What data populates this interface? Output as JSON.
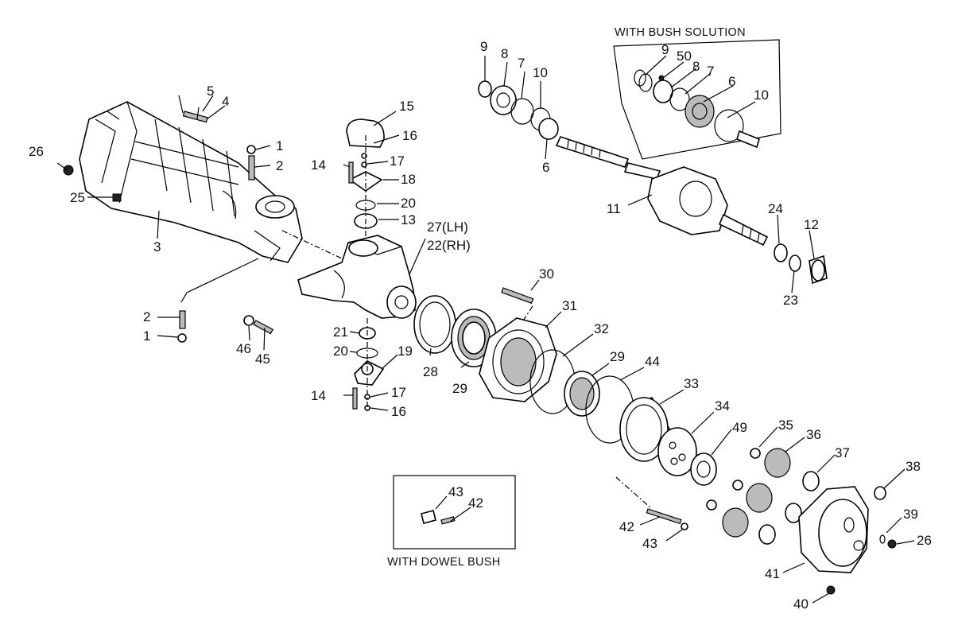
{
  "captions": {
    "bush_solution": "WITH BUSH SOLUTION",
    "dowel_bush": "WITH DOWEL BUSH"
  },
  "labels": {
    "p9a": "9",
    "p8a": "8",
    "p7a": "7",
    "p10a": "10",
    "p6a": "6",
    "p9b": "9",
    "p50": "50",
    "p8b": "8",
    "p7b": "7",
    "p6b": "6",
    "p10b": "10",
    "p5": "5",
    "p4": "4",
    "p26a": "26",
    "p1a": "1",
    "p2a": "2",
    "p25": "25",
    "p3": "3",
    "p2b": "2",
    "p1b": "1",
    "p46": "46",
    "p45": "45",
    "p15": "15",
    "p16a": "16",
    "p17a": "17",
    "p14a": "14",
    "p18": "18",
    "p20a": "20",
    "p13": "13",
    "p27": "27(LH)",
    "p22": "22(RH)",
    "p21": "21",
    "p20b": "20",
    "p19": "19",
    "p14b": "14",
    "p17b": "17",
    "p16b": "16",
    "p28": "28",
    "p29a": "29",
    "p30": "30",
    "p31": "31",
    "p32": "32",
    "p29b": "29",
    "p44": "44",
    "p33": "33",
    "p34": "34",
    "p49": "49",
    "p11": "11",
    "p24": "24",
    "p12": "12",
    "p23": "23",
    "p35": "35",
    "p36": "36",
    "p37": "37",
    "p38": "38",
    "p39": "39",
    "p26b": "26",
    "p41": "41",
    "p40": "40",
    "p42a": "42",
    "p43a": "43",
    "p43b": "43",
    "p42b": "42"
  }
}
